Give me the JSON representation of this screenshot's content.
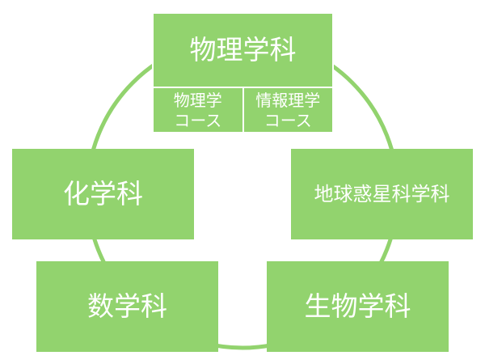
{
  "colors": {
    "box_fill": "#92d36e",
    "ring": "#92d36e",
    "text": "#ffffff"
  },
  "diagram": {
    "center": {
      "title": "物理学科",
      "courses": [
        {
          "line1": "物理学",
          "line2": "コース"
        },
        {
          "line1": "情報理学",
          "line2": "コース"
        }
      ]
    },
    "nodes": {
      "chemistry": "化学科",
      "earth_planetary": "地球惑星科学科",
      "mathematics": "数学科",
      "biology": "生物学科"
    }
  }
}
